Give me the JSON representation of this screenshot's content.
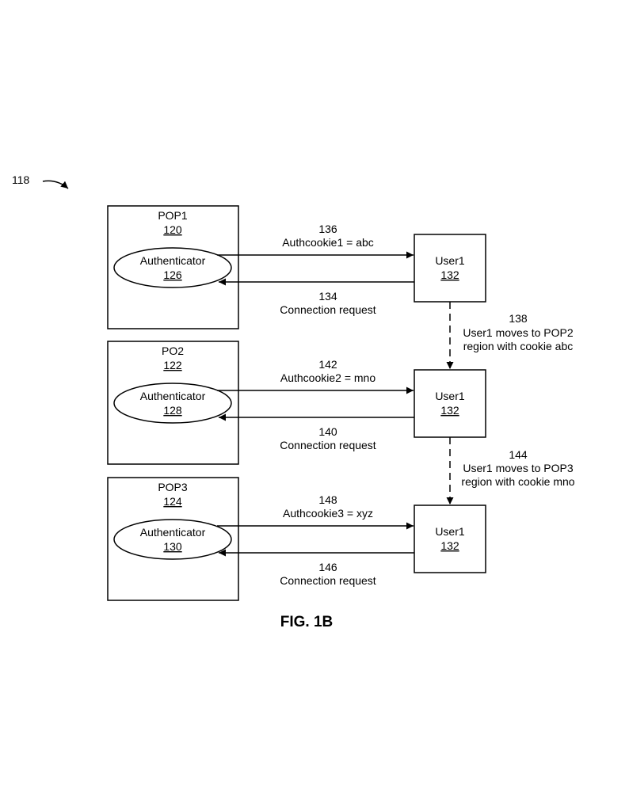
{
  "figure_ref": "118",
  "figure_caption": "FIG. 1B",
  "pops": [
    {
      "title": "POP1",
      "ref": "120",
      "auth_label": "Authenticator",
      "auth_ref": "126"
    },
    {
      "title": "PO2",
      "ref": "122",
      "auth_label": "Authenticator",
      "auth_ref": "128"
    },
    {
      "title": "POP3",
      "ref": "124",
      "auth_label": "Authenticator",
      "auth_ref": "130"
    }
  ],
  "users": [
    {
      "label": "User1",
      "ref": "132"
    },
    {
      "label": "User1",
      "ref": "132"
    },
    {
      "label": "User1",
      "ref": "132"
    }
  ],
  "cookie_arrows": [
    {
      "ref": "136",
      "text": "Authcookie1 = abc"
    },
    {
      "ref": "142",
      "text": "Authcookie2 = mno"
    },
    {
      "ref": "148",
      "text": "Authcookie3 = xyz"
    }
  ],
  "request_arrows": [
    {
      "ref": "134",
      "text": "Connection request"
    },
    {
      "ref": "140",
      "text": "Connection request"
    },
    {
      "ref": "146",
      "text": "Connection request"
    }
  ],
  "moves": [
    {
      "ref": "138",
      "line1": "User1 moves to POP2",
      "line2": "region with cookie abc"
    },
    {
      "ref": "144",
      "line1": "User1 moves to POP3",
      "line2": "region with cookie mno"
    }
  ]
}
